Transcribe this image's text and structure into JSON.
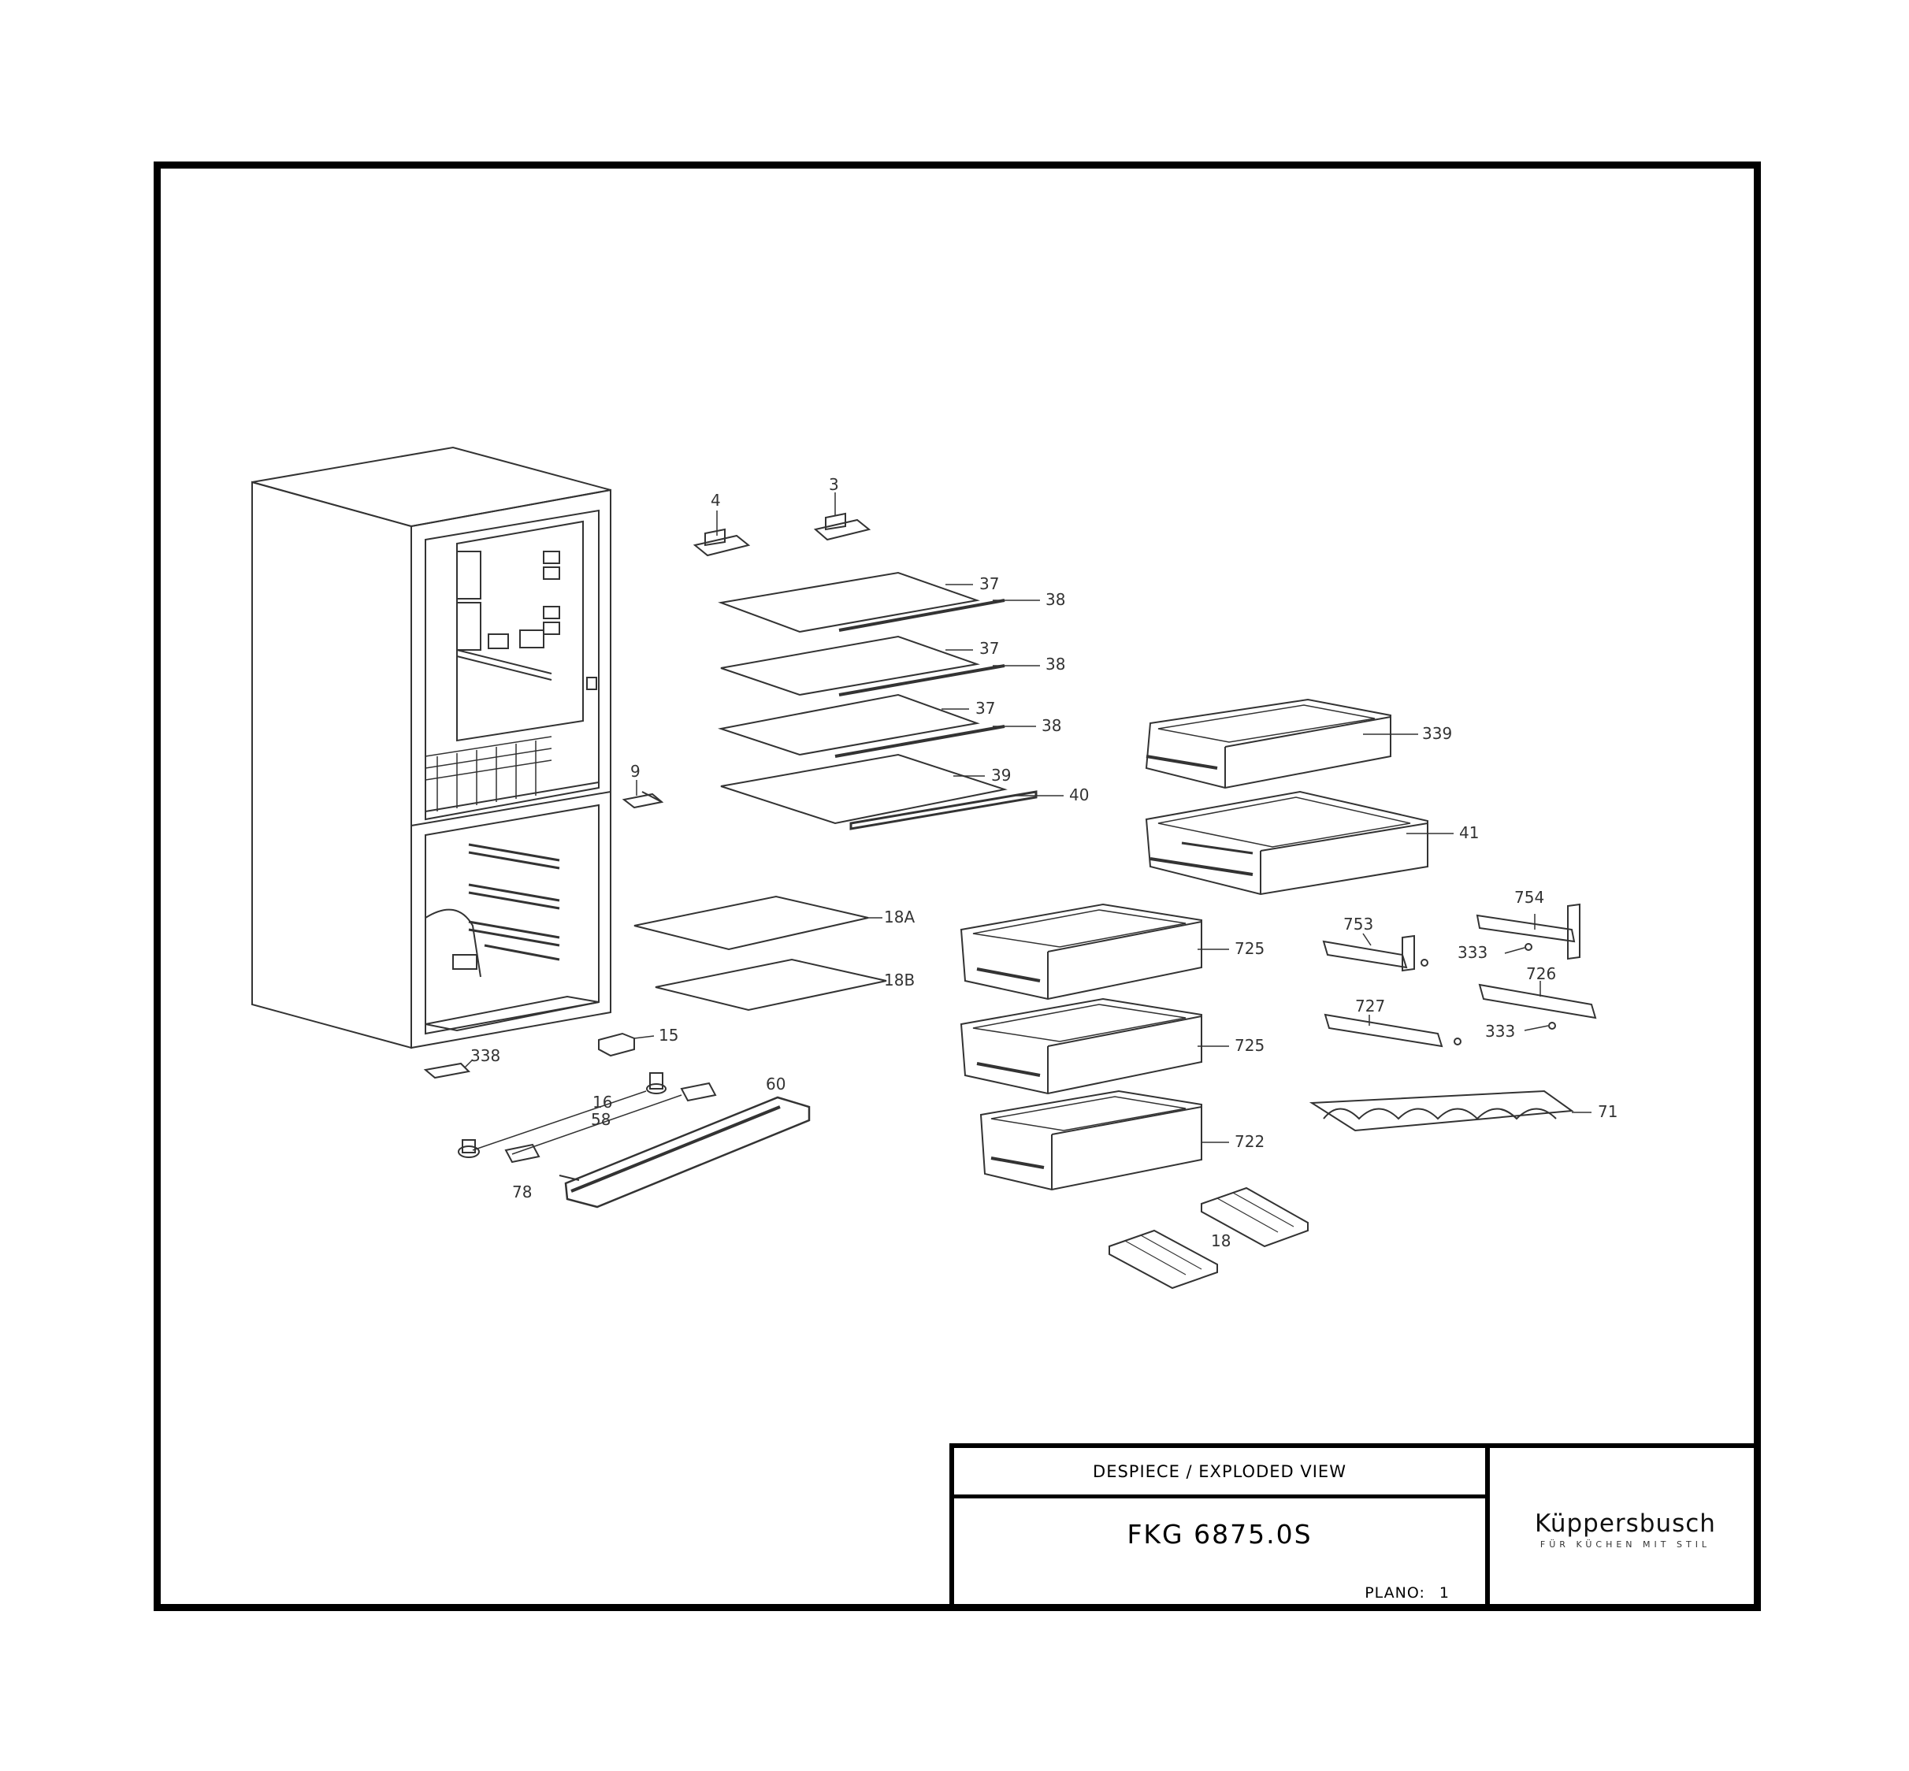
{
  "callouts": [
    {
      "id": "c4",
      "text": "4"
    },
    {
      "id": "c3",
      "text": "3"
    },
    {
      "id": "c37a",
      "text": "37"
    },
    {
      "id": "c38a",
      "text": "38"
    },
    {
      "id": "c37b",
      "text": "37"
    },
    {
      "id": "c38b",
      "text": "38"
    },
    {
      "id": "c37c",
      "text": "37"
    },
    {
      "id": "c38c",
      "text": "38"
    },
    {
      "id": "c39",
      "text": "39"
    },
    {
      "id": "c40",
      "text": "40"
    },
    {
      "id": "c9",
      "text": "9"
    },
    {
      "id": "c18A",
      "text": "18A"
    },
    {
      "id": "c18B",
      "text": "18B"
    },
    {
      "id": "c15",
      "text": "15"
    },
    {
      "id": "c338",
      "text": "338"
    },
    {
      "id": "c16",
      "text": "16"
    },
    {
      "id": "c58",
      "text": "58"
    },
    {
      "id": "c60",
      "text": "60"
    },
    {
      "id": "c78",
      "text": "78"
    },
    {
      "id": "c339",
      "text": "339"
    },
    {
      "id": "c41",
      "text": "41"
    },
    {
      "id": "c725a",
      "text": "725"
    },
    {
      "id": "c725b",
      "text": "725"
    },
    {
      "id": "c722",
      "text": "722"
    },
    {
      "id": "c18",
      "text": "18"
    },
    {
      "id": "c753",
      "text": "753"
    },
    {
      "id": "c754",
      "text": "754"
    },
    {
      "id": "c333a",
      "text": "333"
    },
    {
      "id": "c726",
      "text": "726"
    },
    {
      "id": "c727",
      "text": "727"
    },
    {
      "id": "c333b",
      "text": "333"
    },
    {
      "id": "c71",
      "text": "71"
    }
  ],
  "title_block": {
    "header": "DESPIECE / EXPLODED VIEW",
    "model": "FKG 6875.0S",
    "plano_label": "PLANO:",
    "plano_value": "1",
    "brand": "Küppersbusch",
    "slogan": "FÜR KÜCHEN MIT STIL"
  }
}
